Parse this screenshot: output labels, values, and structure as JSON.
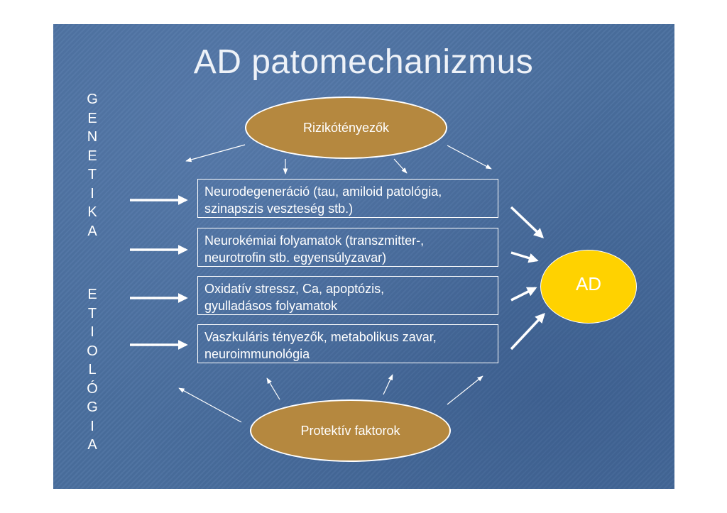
{
  "title": "AD patomechanizmus",
  "vertical_labels": {
    "genetika": [
      "G",
      "E",
      "N",
      "E",
      "T",
      "I",
      "K",
      "A"
    ],
    "etiologia": [
      "E",
      "T",
      "I",
      "O",
      "L",
      "Ó",
      "G",
      "I",
      "A"
    ]
  },
  "top_ellipse": "Rizikótényezők",
  "bottom_ellipse": "Protektív faktorok",
  "boxes": [
    {
      "line1": "Neurodegeneráció (tau, amiloid patológia,",
      "line2": "szinapszis veszteség stb.)"
    },
    {
      "line1": "Neurokémiai folyamatok (transzmitter-,",
      "line2": "neurotrofin stb. egyensúlyzavar)"
    },
    {
      "line1": "Oxidatív stressz, Ca, apoptózis,",
      "line2": "gyulladásos folyamatok"
    },
    {
      "line1": "Vaszkuláris tényezők, metabolikus zavar,",
      "line2": "neuroimmunológia"
    }
  ],
  "target": "AD",
  "colors": {
    "background": "#4a6f9f",
    "ellipse_fill": "#b5883f",
    "target_fill": "#ffd200",
    "text": "#ffffff"
  }
}
